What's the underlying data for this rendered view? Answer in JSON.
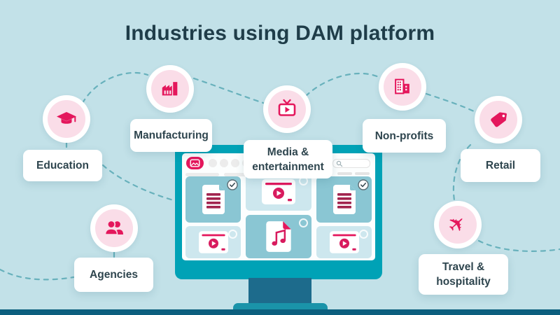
{
  "title": "Industries using DAM platform",
  "colors": {
    "background": "#c2e1e8",
    "accent_crimson": "#e4175c",
    "accent_dark_red": "#a2244e",
    "circle_pink": "#fadde8",
    "monitor_teal": "#00a2b6",
    "tile_teal": "#8ac6d3",
    "tile_light": "#cde7ee",
    "dash_teal": "#68b1bc",
    "bottom_bar": "#0c5f7e",
    "stand_dark": "#1d6b8c",
    "stand_base": "#1a93a9",
    "title_text": "#1f3d49",
    "label_text": "#2e454e"
  },
  "industries": [
    {
      "id": "education",
      "label_lines": [
        "Education"
      ],
      "icon": "graduation-cap-icon"
    },
    {
      "id": "manufacturing",
      "label_lines": [
        "Manufacturing"
      ],
      "icon": "factory-icon"
    },
    {
      "id": "media-entertainment",
      "label_lines": [
        "Media &",
        "entertainment"
      ],
      "icon": "tv-play-icon"
    },
    {
      "id": "non-profits",
      "label_lines": [
        "Non-profits"
      ],
      "icon": "buildings-icon"
    },
    {
      "id": "retail",
      "label_lines": [
        "Retail"
      ],
      "icon": "price-tag-icon"
    },
    {
      "id": "agencies",
      "label_lines": [
        "Agencies"
      ],
      "icon": "people-icon"
    },
    {
      "id": "travel-hospitality",
      "label_lines": [
        "Travel &",
        "hospitality"
      ],
      "icon": "airplane-icon"
    }
  ],
  "monitor": {
    "toolbar": {
      "badge_icon": "image-icon",
      "search_icon": "search-icon"
    },
    "tiles": [
      {
        "type": "document",
        "icon": "document-icon",
        "selected": true
      },
      {
        "type": "video",
        "icon": "video-player-icon",
        "selected": false
      },
      {
        "type": "document",
        "icon": "document-icon",
        "selected": true
      },
      {
        "type": "video",
        "icon": "video-player-icon",
        "selected": false
      },
      {
        "type": "audio",
        "icon": "music-file-icon",
        "selected": false
      },
      {
        "type": "video",
        "icon": "video-player-icon",
        "selected": false
      }
    ],
    "plane_glyph": "✈"
  }
}
